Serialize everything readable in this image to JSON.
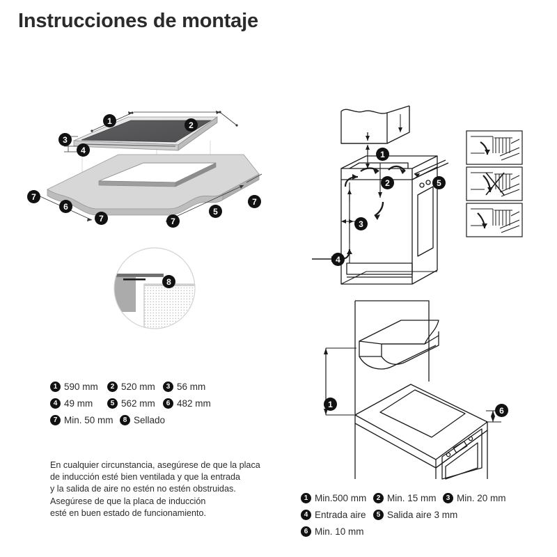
{
  "document": {
    "title": "Instrucciones de montaje",
    "language": "es"
  },
  "legend_left": {
    "name": "hob-cutout-dimensions-legend",
    "rows": [
      [
        {
          "num": "1",
          "label": "590 mm"
        },
        {
          "num": "2",
          "label": "520 mm"
        },
        {
          "num": "3",
          "label": "56 mm"
        }
      ],
      [
        {
          "num": "4",
          "label": "49 mm"
        },
        {
          "num": "5",
          "label": "562 mm"
        },
        {
          "num": "6",
          "label": "482 mm"
        }
      ],
      [
        {
          "num": "7",
          "label": "Min. 50 mm"
        },
        {
          "num": "8",
          "label": "Sellado"
        }
      ]
    ]
  },
  "legend_right": {
    "name": "clearance-legend",
    "rows": [
      [
        {
          "num": "1",
          "label": "Min.500 mm"
        },
        {
          "num": "2",
          "label": "Min. 15 mm"
        },
        {
          "num": "3",
          "label": "Min. 20 mm"
        }
      ],
      [
        {
          "num": "4",
          "label": "Entrada aire"
        },
        {
          "num": "5",
          "label": "Salida aire 3 mm"
        }
      ],
      [
        {
          "num": "6",
          "label": "Min. 10 mm"
        }
      ]
    ]
  },
  "note": {
    "lines": [
      "En cualquier circunstancia, asegúrese de que la placa",
      "de inducción esté bien ventilada y que la entrada",
      "y la salida de aire no estén no estén obstruidas.",
      "Asegúrese de que la placa de inducción",
      "esté en buen estado de funcionamiento."
    ]
  },
  "figures": {
    "exploded": {
      "name": "exploded-hob-countertop-view",
      "callouts": [
        "1",
        "2",
        "3",
        "4",
        "5",
        "6",
        "7",
        "7",
        "7",
        "7"
      ]
    },
    "detail_circle": {
      "name": "edge-seal-detail",
      "callouts": [
        "8"
      ]
    },
    "cabinet_section": {
      "name": "cabinet-ventilation-section",
      "callouts": [
        "1",
        "2",
        "3",
        "4",
        "5"
      ]
    },
    "vent_panels": {
      "name": "vent-grille-options",
      "count": 3
    },
    "hood_elevation": {
      "name": "hood-over-hob-elevation",
      "callouts": [
        "1",
        "6"
      ]
    }
  },
  "colors": {
    "ink": "#231f20",
    "title": "#2b2b2b",
    "badge_bg": "#111111",
    "badge_fg": "#ffffff",
    "glass": "#58585a",
    "panel_light": "#d9d9d9",
    "panel_mid": "#b5b5b5",
    "panel_dark": "#8d8d8d",
    "paper": "#ffffff"
  }
}
